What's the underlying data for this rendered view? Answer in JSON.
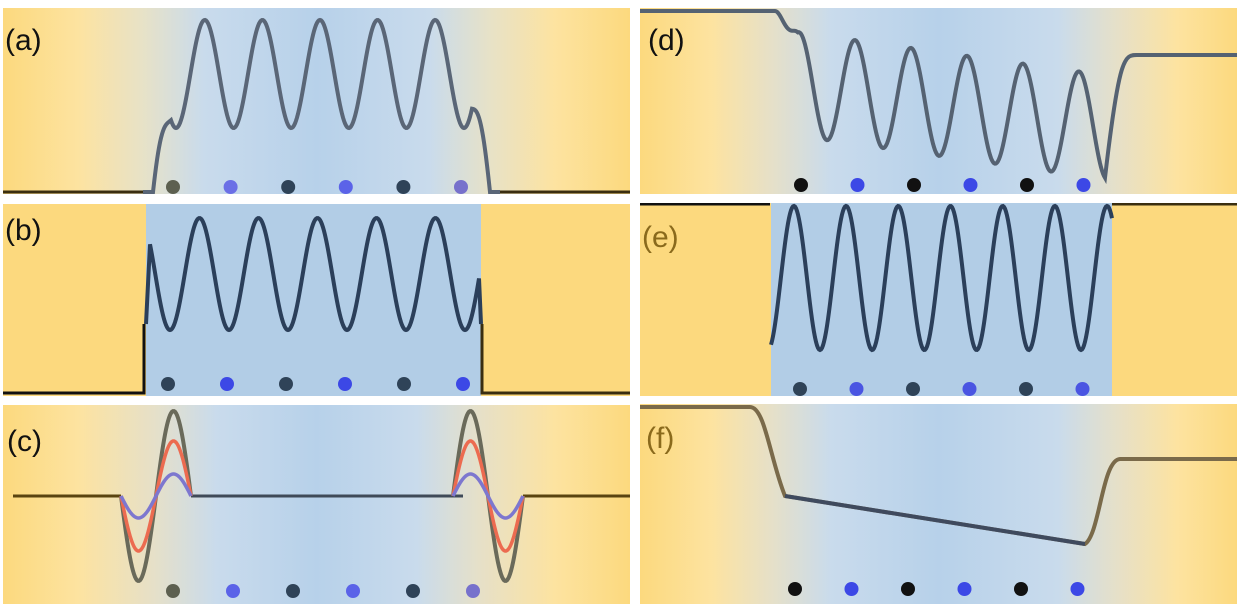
{
  "panels": [
    {
      "id": "a",
      "label": "(a)",
      "kind": "graded-cavity-mode"
    },
    {
      "id": "b",
      "label": "(b)",
      "kind": "hard-wall-cavity-mode"
    },
    {
      "id": "c",
      "label": "(c)",
      "kind": "edge-localized-modes"
    },
    {
      "id": "d",
      "label": "(d)",
      "kind": "graded-tilted-cavity-mode"
    },
    {
      "id": "e",
      "label": "(e)",
      "kind": "hard-wall-cavity-mode"
    },
    {
      "id": "f",
      "label": "(f)",
      "kind": "graded-tilted-background"
    }
  ],
  "colors": {
    "outer_region": "#fcd97e",
    "inner_region": "#b7d1ea",
    "curve_dark": "#2b3f5a",
    "curve_grey": "#6a6a5a",
    "baseline": "#5a4410",
    "dot_dark": "#2f4358",
    "dot_blue": "#3c48e6",
    "dot_black": "#111111",
    "mode_red": "#ec6b50",
    "mode_violet": "#7d77cf"
  },
  "sites_per_panel": 6
}
